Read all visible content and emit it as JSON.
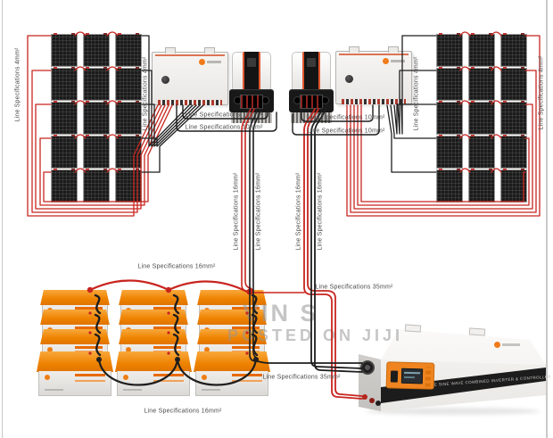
{
  "labels": {
    "spec_4mm": "Line Specifications 4mm²",
    "spec_10mm": "Line Specifications 10mm²",
    "spec_16mm": "Line Specifications 16mm²",
    "spec_35mm": "Line Specifications 35mm²"
  },
  "watermark": {
    "line1": "VIN S",
    "line2": "POSTED ON JIJI"
  },
  "inverter": {
    "stripe_text": "PURE SINE WAVE COMBINED INVERTER & CONTROLLER"
  },
  "layout_counts": {
    "panel_rows": 5,
    "panel_cols": 3,
    "battery_rows": 4,
    "battery_cols": 3
  },
  "colors": {
    "wire_red": "#c8251f",
    "wire_black": "#1e1e1e",
    "accent_orange": "#ee8200"
  }
}
